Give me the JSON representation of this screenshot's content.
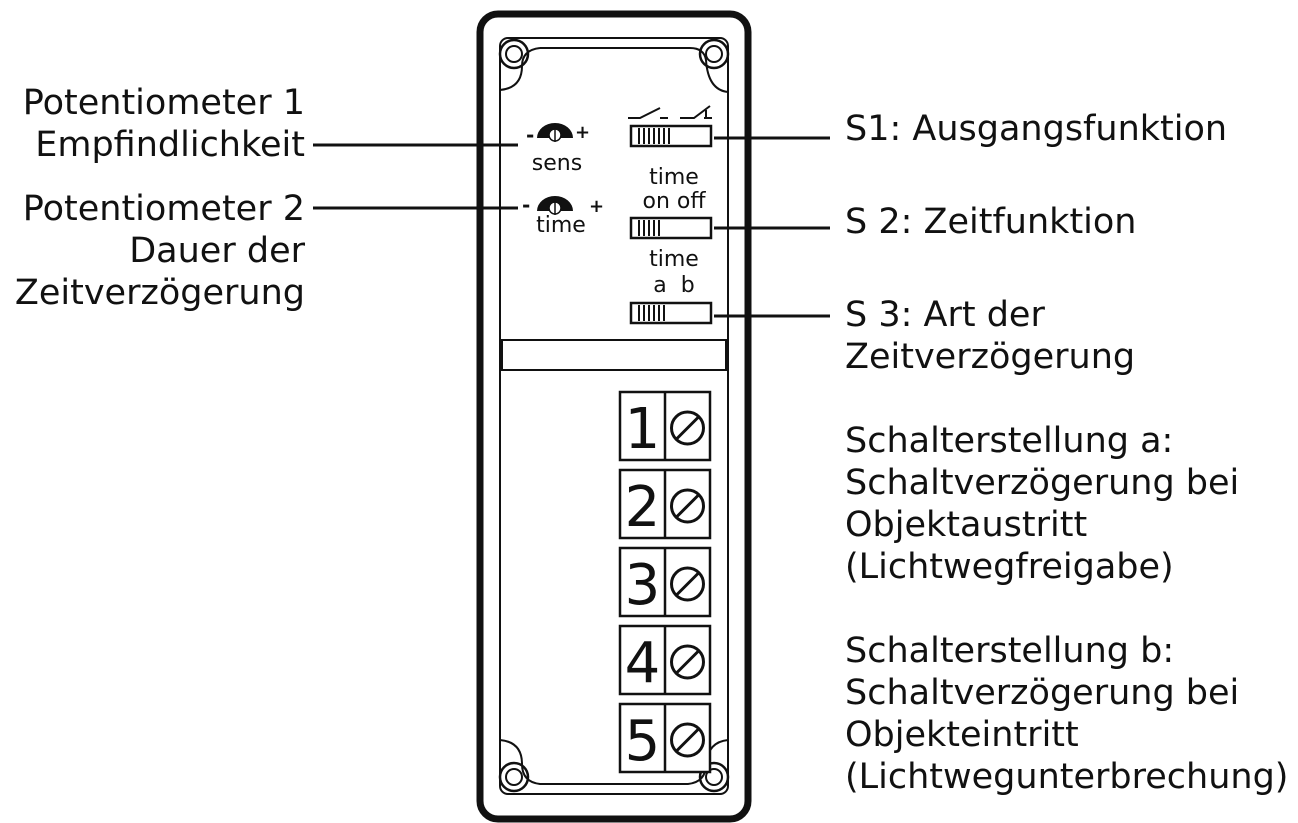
{
  "left_labels": {
    "pot1": [
      "Potentiometer 1",
      "Empfindlichkeit"
    ],
    "pot2": [
      "Potentiometer 2",
      "Dauer der",
      "Zeitverzögerung"
    ]
  },
  "right_labels": {
    "s1": [
      "S1: Ausgangsfunktion"
    ],
    "s2": [
      "S 2: Zeitfunktion"
    ],
    "s3": [
      "S 3: Art der",
      "Zeitverzögerung"
    ],
    "pos_a": [
      "Schalterstellung a:",
      "Schaltverzögerung bei",
      "Objektaustritt",
      "(Lichtwegfreigabe)"
    ],
    "pos_b": [
      "Schalterstellung b:",
      "Schaltverzögerung bei",
      "Objekteintritt",
      "(Lichtwegunterbrechung)"
    ]
  },
  "device": {
    "pot1_caption": "sens",
    "pot2_caption": "time",
    "pot_minus": "-",
    "pot_plus": "+",
    "s2_caption": [
      "time",
      "on off"
    ],
    "s3_caption": [
      "time",
      "a  b"
    ],
    "terminals": [
      "1",
      "2",
      "3",
      "4",
      "5"
    ]
  },
  "colors": {
    "ink": "#111111",
    "background": "#ffffff"
  }
}
